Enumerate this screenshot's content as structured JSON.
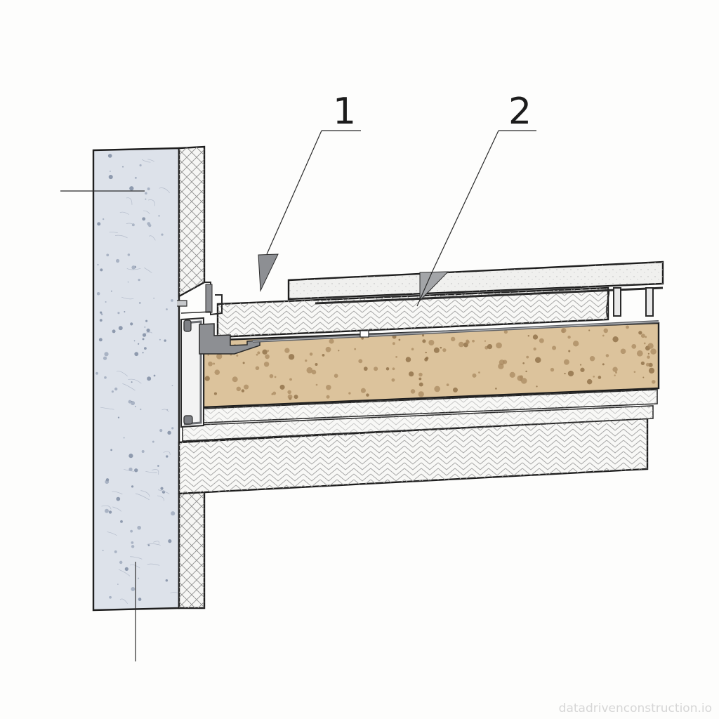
{
  "callouts": [
    {
      "number": "1"
    },
    {
      "number": "2"
    }
  ],
  "watermark": "datadrivenconstruction.io",
  "colors": {
    "concrete": "#dde2ea",
    "insulation_fill": "#f6f6f4",
    "sand_screed": "#dcc39c",
    "sand_specks": "#9c7a4e",
    "metal_profile": "#8d8f93",
    "outline": "#1e1e1e"
  }
}
